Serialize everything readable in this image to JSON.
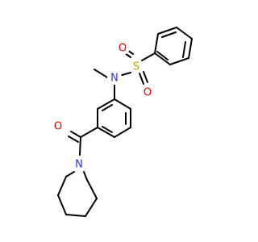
{
  "molecule": {
    "atoms": {
      "sulfur": {
        "label": "S",
        "color": "#b8a300"
      },
      "nitrogen_sulfonamide": {
        "label": "N",
        "color": "#2f37d6"
      },
      "oxygen_left": {
        "label": "O",
        "color": "#e60000"
      },
      "oxygen_right": {
        "label": "O",
        "color": "#e60000"
      },
      "oxygen_carbonyl": {
        "label": "O",
        "color": "#e60000"
      },
      "nitrogen_piperidine": {
        "label": "N",
        "color": "#2f37d6"
      }
    }
  }
}
